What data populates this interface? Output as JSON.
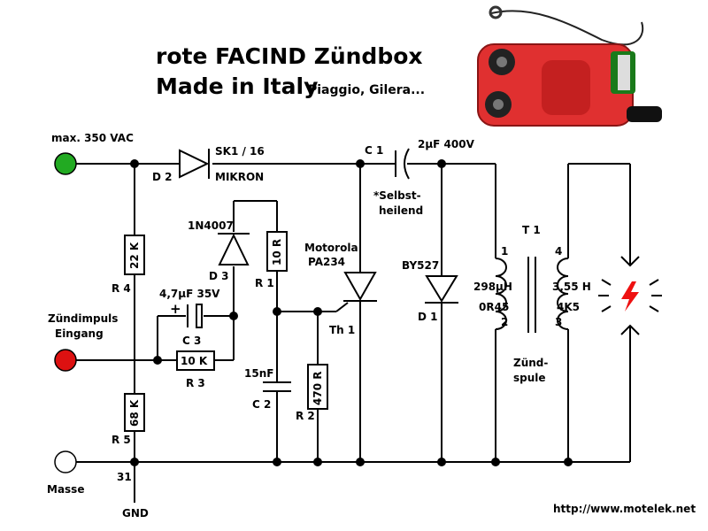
{
  "title": {
    "line1": "rote FACIND Zündbox",
    "line2": "Made in Italy",
    "subtitle": "Piaggio, Gilera..."
  },
  "terminals": {
    "input": {
      "label": "max. 350 VAC",
      "color": "#22aa22"
    },
    "trigger": {
      "label_line1": "Zündimpuls",
      "label_line2": "Eingang",
      "color": "#dd1111"
    },
    "ground": {
      "label": "Masse",
      "color": "#ffffff",
      "pin": "31",
      "gnd": "GND"
    }
  },
  "components": {
    "d2": {
      "name": "D 2",
      "part": "SK1 / 16",
      "maker": "MIKRON"
    },
    "c1": {
      "name": "C 1",
      "value": "2µF 400V",
      "note_line1": "*Selbst-",
      "note_line2": "heilend"
    },
    "r4": {
      "name": "R 4",
      "value": "22 K"
    },
    "d3": {
      "name": "D 3",
      "part": "1N4007"
    },
    "r1": {
      "name": "R 1",
      "value": "10 R"
    },
    "c3": {
      "name": "C 3",
      "value": "4,7µF 35V",
      "polarity": "+"
    },
    "r3": {
      "name": "R 3",
      "value": "10 K"
    },
    "r5": {
      "name": "R 5",
      "value": "68 K"
    },
    "c2": {
      "name": "C 2",
      "value": "15nF"
    },
    "r2": {
      "name": "R 2",
      "value": "470 R"
    },
    "th1": {
      "name": "Th 1",
      "maker": "Motorola",
      "part": "PA234"
    },
    "d1": {
      "name": "D 1",
      "part": "BY527"
    },
    "t1": {
      "name": "T 1",
      "primary_inductance": "298µH",
      "primary_resistance": "0R45",
      "secondary_inductance": "3,55 H",
      "secondary_resistance": "4K5",
      "pins": [
        "1",
        "2",
        "4",
        "3"
      ],
      "label_line1": "Zünd-",
      "label_line2": "spule"
    }
  },
  "spark_color": "#ee1111",
  "box_color": "#e03030",
  "url": "http://www.motelek.net"
}
